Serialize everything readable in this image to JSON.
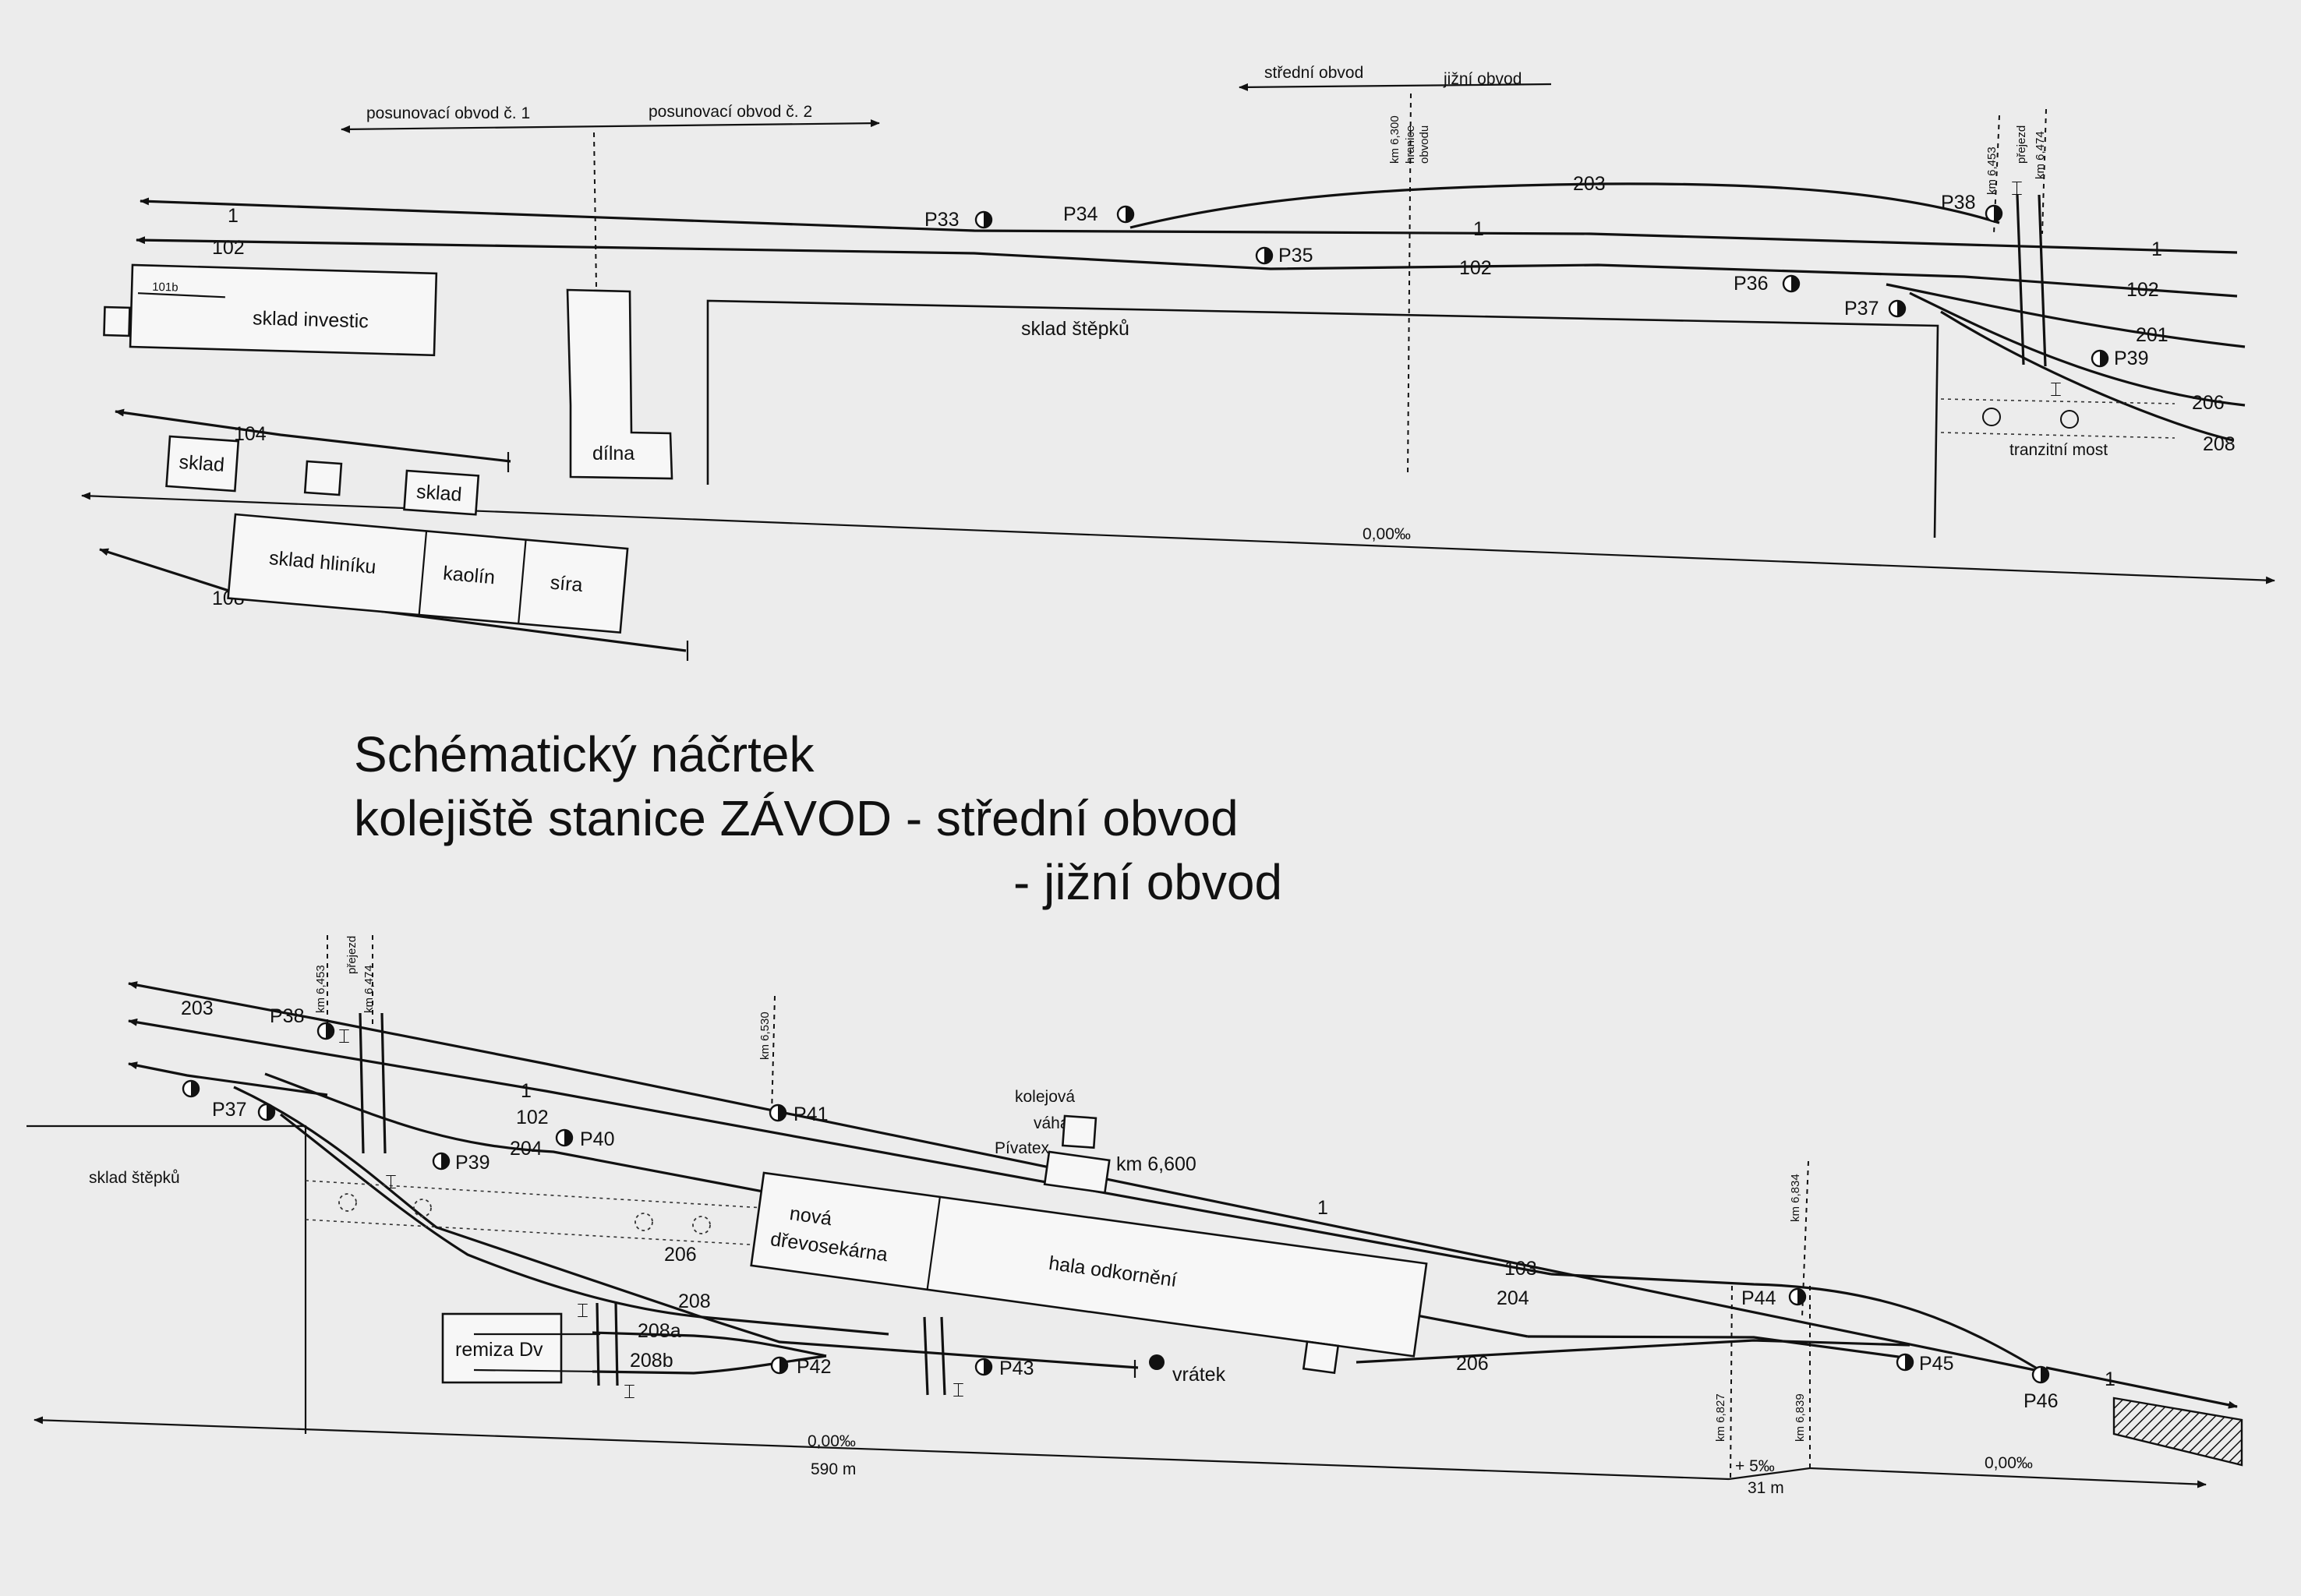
{
  "title": {
    "line1": "Schématický náčrtek",
    "line2": "kolejiště stanice ZÁVOD - střední obvod",
    "line3": "- jižní obvod"
  },
  "top": {
    "zones": {
      "posun1": "posunovací obvod č. 1",
      "posun2": "posunovací obvod č. 2",
      "stredni": "střední obvod",
      "jizni": "jižní obvod"
    },
    "boundary": {
      "km": "km 6,300",
      "label1": "hranice",
      "label2": "obvodu"
    },
    "crossing": {
      "km_a": "km 6,453",
      "label": "přejezd",
      "km_b": "km 6,474"
    },
    "tracks": {
      "t1": "1",
      "t102": "102",
      "t101b": "101b",
      "t104": "104",
      "t108": "108",
      "t203": "203",
      "t201": "201",
      "t206": "206",
      "t208": "208"
    },
    "signals": [
      "P33",
      "P34",
      "P35",
      "P36",
      "P37",
      "P38",
      "P39"
    ],
    "buildings": {
      "sklad_investic": "sklad investic",
      "dilna": "dílna",
      "sklad_stepku": "sklad štěpků",
      "sklad": "sklad",
      "sklad_hliniku": "sklad hliníku",
      "kaolin": "kaolín",
      "sira": "síra",
      "tranzitni_most": "tranzitní most"
    },
    "gradient": "0,00‰"
  },
  "bottom": {
    "tracks": {
      "t203": "203",
      "t1": "1",
      "t102": "102",
      "t204": "204",
      "t206": "206",
      "t208": "208",
      "t208a": "208a",
      "t208b": "208b",
      "t103": "103"
    },
    "signals": [
      "P37",
      "P38",
      "P39",
      "P40",
      "P41",
      "P42",
      "P43",
      "P44",
      "P45",
      "P46"
    ],
    "crossing": {
      "km_a": "km 6,453",
      "label": "přejezd",
      "km_b": "km 6,474"
    },
    "km": {
      "k6530": "km 6,530",
      "k6600": "km 6,600",
      "k6834": "km 6,834",
      "k6827": "km 6,827",
      "k6839": "km 6,839"
    },
    "buildings": {
      "sklad_stepku": "sklad štěpků",
      "kolejova": "kolejová",
      "vaha": "váha",
      "pivatex": "Pívatex",
      "drevosekarna1": "nová",
      "drevosekarna2": "dřevosekárna",
      "hala": "hala odkornění",
      "remiza": "remiza Dv",
      "vratek": "vrátek"
    },
    "gradient": {
      "g1": "0,00‰",
      "len1": "590 m",
      "g2": "+ 5‰",
      "len2": "31 m",
      "g3": "0,00‰"
    }
  }
}
